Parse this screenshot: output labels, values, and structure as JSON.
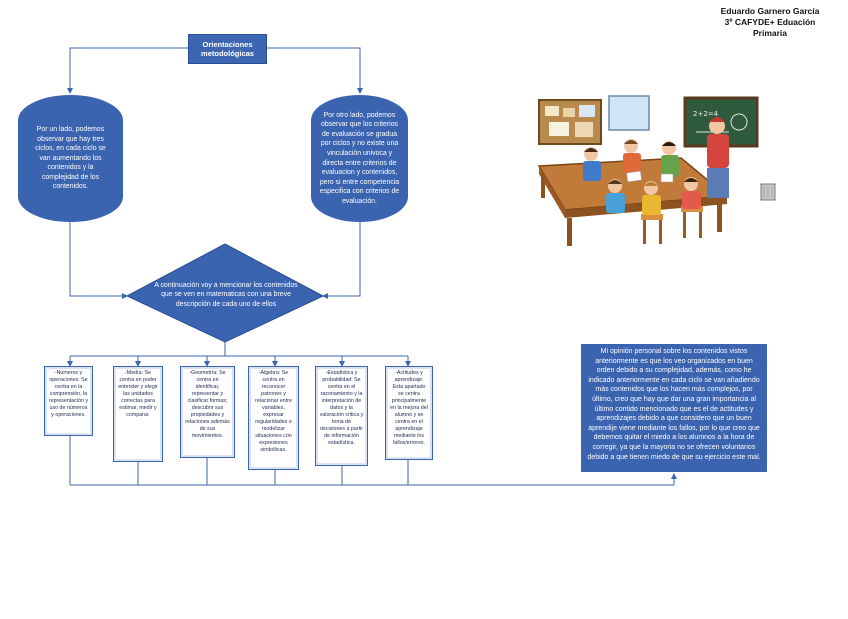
{
  "author": {
    "name": "Eduardo Garnero García",
    "course": "3º CAFYDE+ Eduación",
    "level": "Primaria"
  },
  "title": "Orientaciones metodológicas",
  "left_text": "Por un lado, podemos observar que hay tres ciclos, en cada ciclo se van aumentando los contenidos y la complejidad de los contenidos.",
  "right_text": "Por otro lado, podemos observar que los criterios de evaluación se gradua por ciclos y no existe una vinculación univoca y directa entre criterios de evaluacion y contenidos, pero si entre competencia especifica con criterios de evaluación.",
  "center_text": "A continuación voy a mencionar los contenidos que se ven en matematicas con una breve descripción de cada uno de ellos",
  "topics": [
    "-Numeros y operaciones: Se centra en la comprensión, la representación y uso de números y operaciones.",
    "-Medía: Se centra en poder entender y elegir las unidades correctas para estimar, medir y comparar.",
    "-Geometría: Se centra en identificar, representar y clasificar formas; descubrir sus propiedades y relaciones además de sus movimientos.",
    "-Algebra: Se centra en reconocer patrones y relacionar entre variables, expresar regularidades o modelizar situaciones con expresiones simbólicas.",
    "-Estadística y probabilidad: Se centra en el razonamiento y la interpretación de datos y la valoración critica y toma de decisiones a partir de información estadística.",
    "-Actitudes y aprendizaje: Esta apartado se centra principalmente en la mejora del alumno y se centra en el aprendizaje mediante los fallos/errores."
  ],
  "opinion": "Mi opinión personal sobre los contenidos vistos anteriormente es que los veo organizados en buen orden debido a su complejidad, además, como he indicado anteriormente en cada ciclo se van añadiendo más contenidos que los hacen más complejos, por último, creo que hay que dar una gran importancia al último contido mencionado que es el de actitudes y aprendizajes debido a que considero que un buen aprendije viene mediante los fallos, por lo que creo que debemos quitar el miedo a los alumnos a la hora de corregir, ya que la mayoria no se ofrecen voluntarios debido a que tienen miedo de que su ejercicio este mal.",
  "colors": {
    "primary": "#3a63b0",
    "line": "#3d66b2"
  }
}
